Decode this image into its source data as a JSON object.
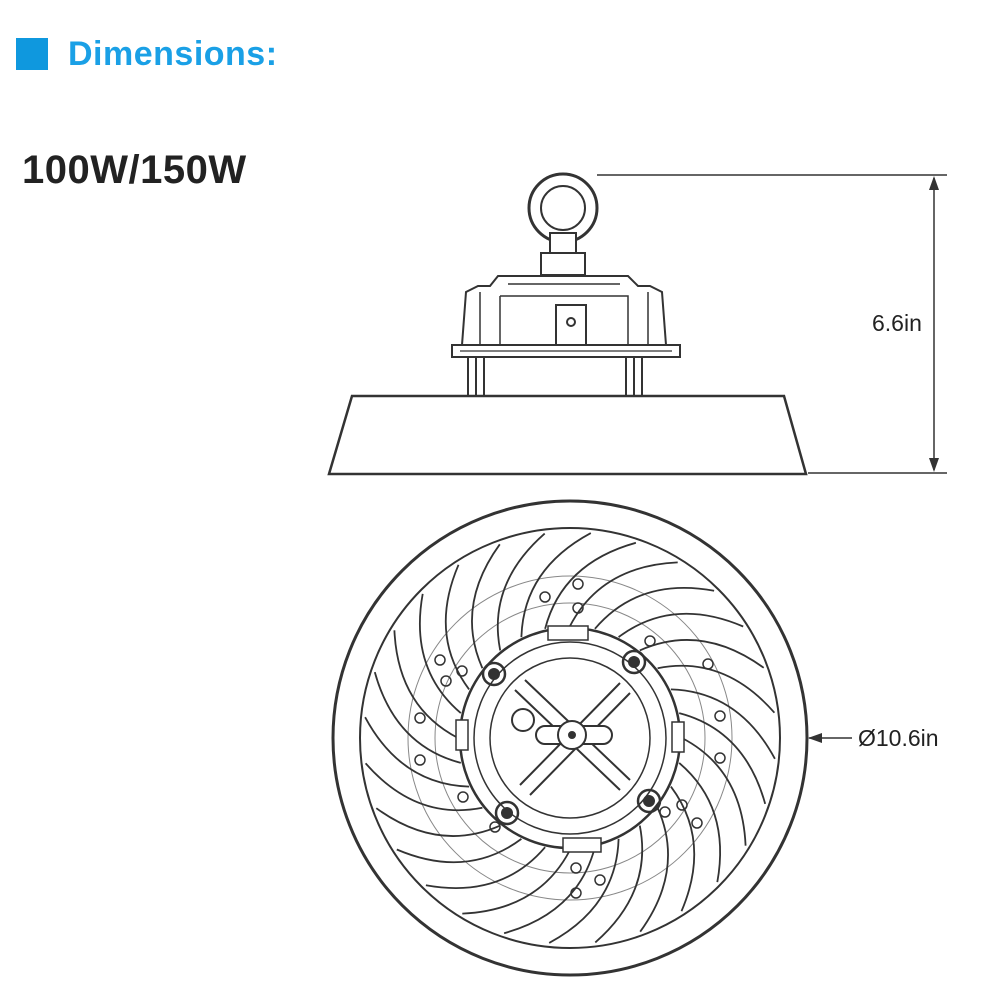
{
  "header": {
    "title": "Dimensions:",
    "accent_color": "#0f98de"
  },
  "model": "100W/150W",
  "dimensions": {
    "height": "6.6in",
    "diameter": "Ø10.6in"
  }
}
